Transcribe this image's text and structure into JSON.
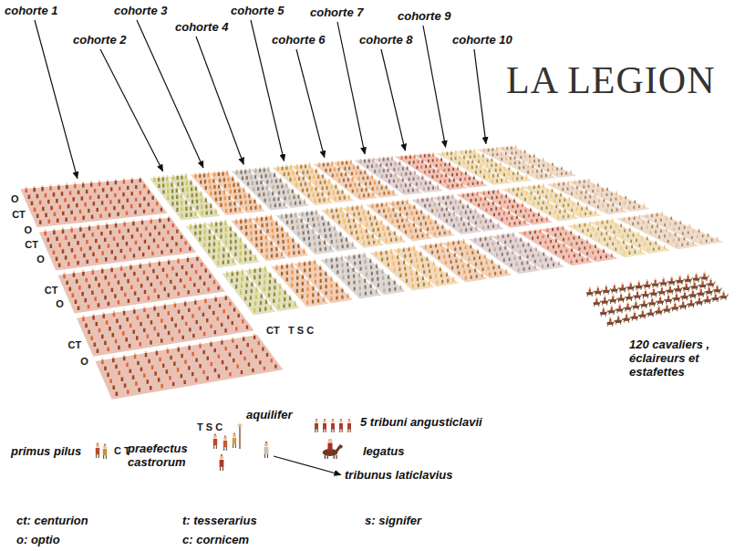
{
  "diagram": {
    "title": "LA LEGION",
    "labels": [
      "cohorte 1",
      "cohorte 2",
      "cohorte 3",
      "cohorte 4",
      "cohorte 5",
      "cohorte 6",
      "cohorte 7",
      "cohorte 8",
      "cohorte 9",
      "cohorte 10",
      "O",
      "CT",
      "O",
      "CT",
      "O",
      "CT",
      "O",
      "CT",
      "O",
      "CT",
      "T S C",
      "120 cavaliers , éclaireurs et estafettes",
      "T S C",
      "aquilifer",
      "5 tribuni angusticlavii",
      "primus pilus",
      "C T",
      "praefectus castrorum",
      "legatus",
      "tribunus laticlavius",
      "ct: centurion",
      "o: optio",
      "t: tesserarius",
      "c: cornicem",
      "s: signifer"
    ]
  }
}
